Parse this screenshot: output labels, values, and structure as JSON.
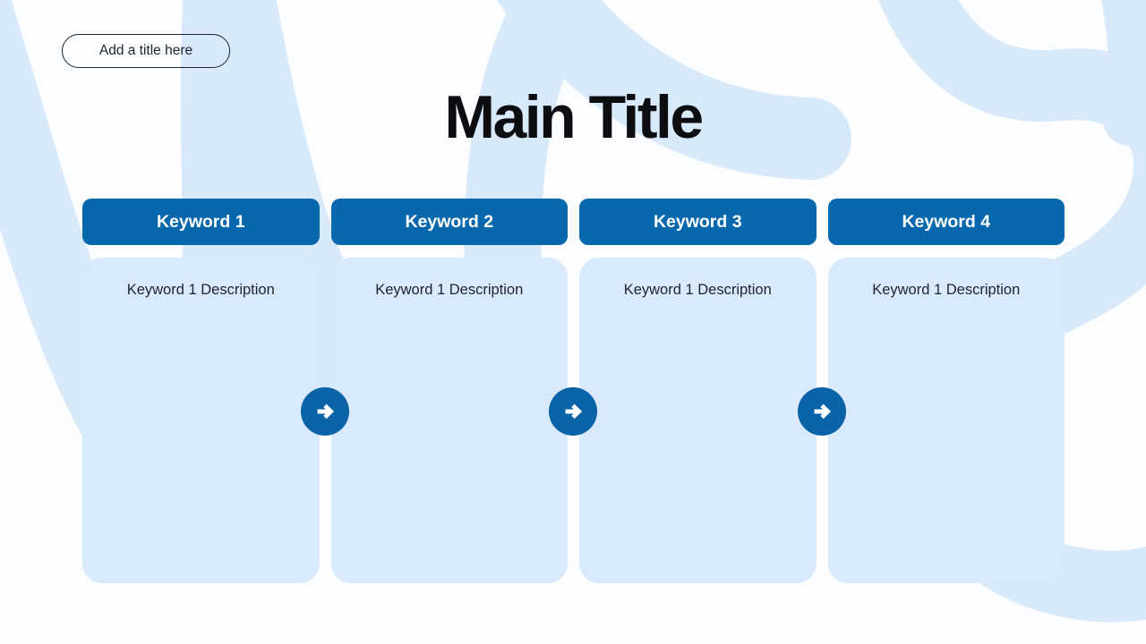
{
  "colors": {
    "background": "#FBFDFF",
    "accent_blue": "#0768AD",
    "arrow_circle_blue": "#0A63A7",
    "card_light_blue": "#D9EAFC",
    "decor_light_blue": "#D8E9FA",
    "title_text": "#0B0D10",
    "pill_outline": "#1A2430",
    "description_text": "#20252D",
    "header_text": "#FFFFFF"
  },
  "slide": {
    "title_placeholder": "Add a title here",
    "main_title": "Main Title"
  },
  "columns": [
    {
      "keyword": "Keyword 1",
      "description": "Keyword 1 Description"
    },
    {
      "keyword": "Keyword 2",
      "description": "Keyword 1 Description"
    },
    {
      "keyword": "Keyword 3",
      "description": "Keyword 1 Description"
    },
    {
      "keyword": "Keyword 4",
      "description": "Keyword 1 Description"
    }
  ],
  "icons": {
    "connector": "right-arrow-icon"
  }
}
